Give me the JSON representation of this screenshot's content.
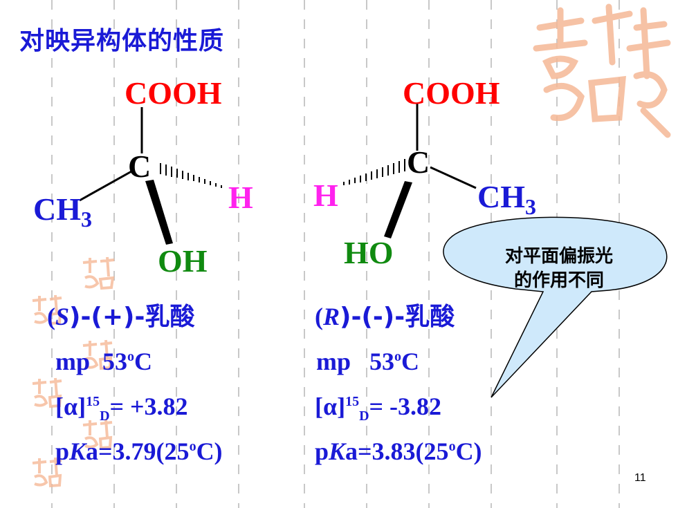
{
  "title": "对映异构体的性质",
  "left_molecule": {
    "top_group": "COOH",
    "center": "C",
    "left_group": "CH",
    "left_group_sub": "3",
    "right_group": "H",
    "bottom_group": "OH"
  },
  "right_molecule": {
    "top_group": "COOH",
    "center": "C",
    "left_group": "H",
    "right_group": "CH",
    "right_group_sub": "3",
    "bottom_group": "HO"
  },
  "left_props": {
    "name_open": "(",
    "name_config": "S",
    "name_rest": ")-(+)-乳酸",
    "mp_label": "mp",
    "mp_value": "53",
    "mp_deg": "o",
    "mp_unit": "C",
    "rot_prefix": "[α]",
    "rot_temp": "15",
    "rot_sub": "D",
    "rot_value": "= +3.82",
    "pka_p": "p",
    "pka_k": "K",
    "pka_rest": "a=3.79(25",
    "pka_deg": "o",
    "pka_end": "C)"
  },
  "right_props": {
    "name_open": "(",
    "name_config": "R",
    "name_rest": ")-(-)-乳酸",
    "mp_label": "mp",
    "mp_value": "53",
    "mp_deg": "o",
    "mp_unit": "C",
    "rot_prefix": "[α]",
    "rot_temp": "15",
    "rot_sub": "D",
    "rot_value": "= -3.82",
    "pka_p": "p",
    "pka_k": "K",
    "pka_rest": "a=3.83(25",
    "pka_deg": "o",
    "pka_end": "C)"
  },
  "callout": {
    "line1": "对平面偏振光",
    "line2": "的作用不同"
  },
  "page_number": "11",
  "colors": {
    "title": "#1a1ad6",
    "cooh": "#ff0000",
    "ch3": "#1a1ad6",
    "h": "#ff22ee",
    "oh": "#108a10",
    "callout_fill": "#cfe9fb",
    "stamp": "#f5b896"
  }
}
